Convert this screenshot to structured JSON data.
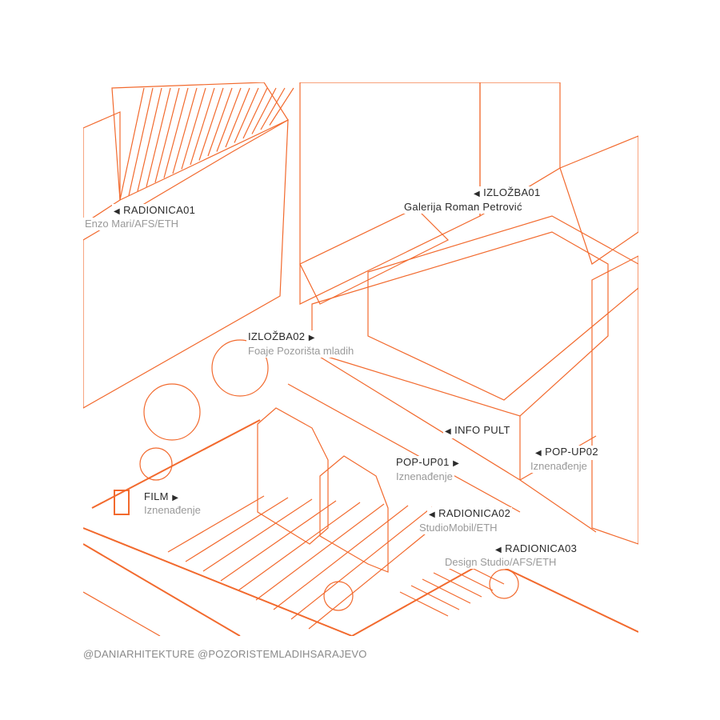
{
  "colors": {
    "line": "#f26a2e",
    "line_dark": "#e8502a",
    "text": "#2b2b2b",
    "subtext": "#9a9a9a"
  },
  "labels": [
    {
      "id": "radionica01",
      "title": "RADIONICA01",
      "subtitle": "Enzo Mari/AFS/ETH",
      "arrow": "left"
    },
    {
      "id": "izlozba01",
      "title": "IZLOŽBA01",
      "subtitle": "Galerija Roman Petrović",
      "arrow": "left"
    },
    {
      "id": "izlozba02",
      "title": "IZLOŽBA02",
      "subtitle": "Foaje Pozorišta mladih",
      "arrow": "right"
    },
    {
      "id": "info-pult",
      "title": "INFO PULT",
      "arrow": "left"
    },
    {
      "id": "pop-up02",
      "title": "POP-UP02",
      "subtitle": "Iznenađenje",
      "arrow": "left"
    },
    {
      "id": "pop-up01",
      "title": "POP-UP01",
      "subtitle": "Iznenađenje",
      "arrow": "right"
    },
    {
      "id": "film",
      "title": "FILM",
      "subtitle": "Iznenađenje",
      "arrow": "right"
    },
    {
      "id": "radionica02",
      "title": "RADIONICA02",
      "subtitle": "StudioMobil/ETH",
      "arrow": "left"
    },
    {
      "id": "radionica03",
      "title": "RADIONICA03",
      "subtitle": "Design Studio/AFS/ETH",
      "arrow": "left"
    }
  ],
  "arrows": {
    "left": "◀",
    "right": "▶"
  },
  "footer": "@DANIARHITEKTURE @POZORISTEMLADIHSARAJEVO"
}
